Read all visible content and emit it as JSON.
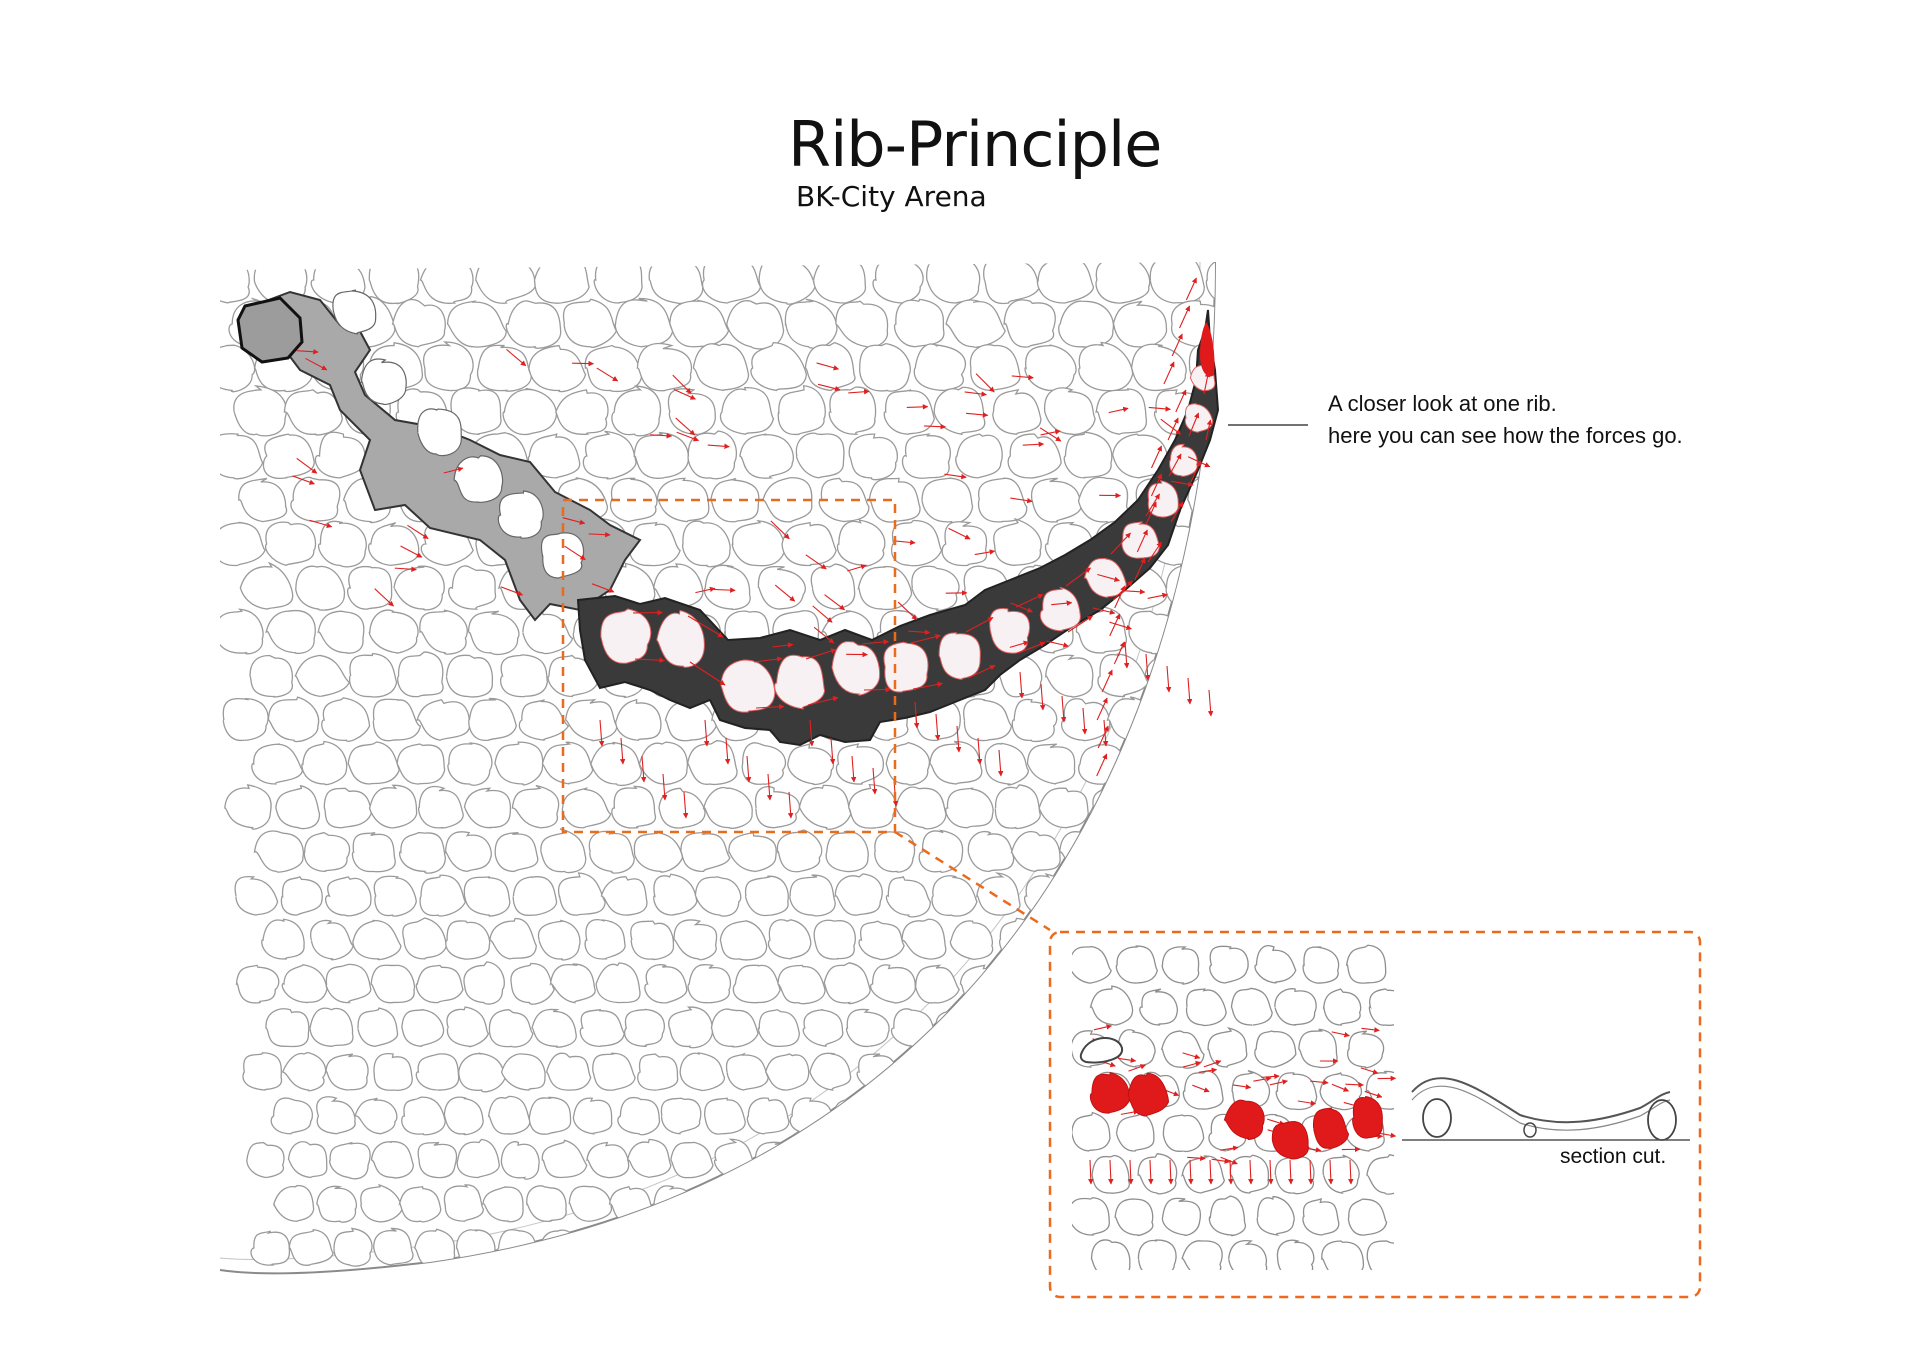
{
  "title": "Rib-Principle",
  "subtitle": "BK-City Arena",
  "annotation": {
    "line1": "A closer look at one rib.",
    "line2": "here you can see how the forces go."
  },
  "inset": {
    "section_label": "section cut."
  },
  "colors": {
    "rib_dark": "#3a3a3a",
    "rib_grey": "#a9a9a9",
    "force_arrow": "#e02020",
    "callout": "#ec6a1e",
    "cell_outline": "#9a9a9a",
    "highlight_cell": "#e01a1a"
  }
}
